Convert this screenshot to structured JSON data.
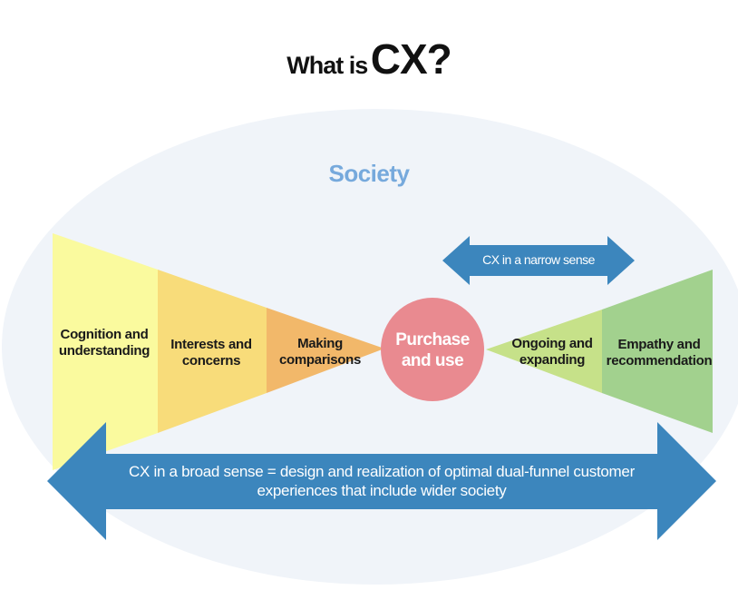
{
  "title": {
    "prefix": "What is",
    "main": "CX?"
  },
  "society_label": "Society",
  "funnel_left": {
    "stages": [
      {
        "label": "Cognition and understanding",
        "color": "#fafa9e"
      },
      {
        "label": "Interests and concerns",
        "color": "#f8dc7a"
      },
      {
        "label": "Making comparisons",
        "color": "#f2b86a"
      }
    ]
  },
  "center": {
    "label": "Purchase and use",
    "color": "#e98a90"
  },
  "funnel_right": {
    "stages": [
      {
        "label": "Ongoing and expanding",
        "color": "#c6e189"
      },
      {
        "label": "Empathy and recommendation",
        "color": "#a2d18e"
      }
    ]
  },
  "arrows": {
    "narrow": {
      "label": "CX in a narrow sense",
      "color": "#3c86bd"
    },
    "broad": {
      "label": "CX in a broad sense = design and realization of optimal dual-funnel customer experiences that include wider society",
      "color": "#3c86bd"
    }
  },
  "colors": {
    "society_ellipse": "#f0f4f9",
    "society_text": "#76a9dc"
  }
}
